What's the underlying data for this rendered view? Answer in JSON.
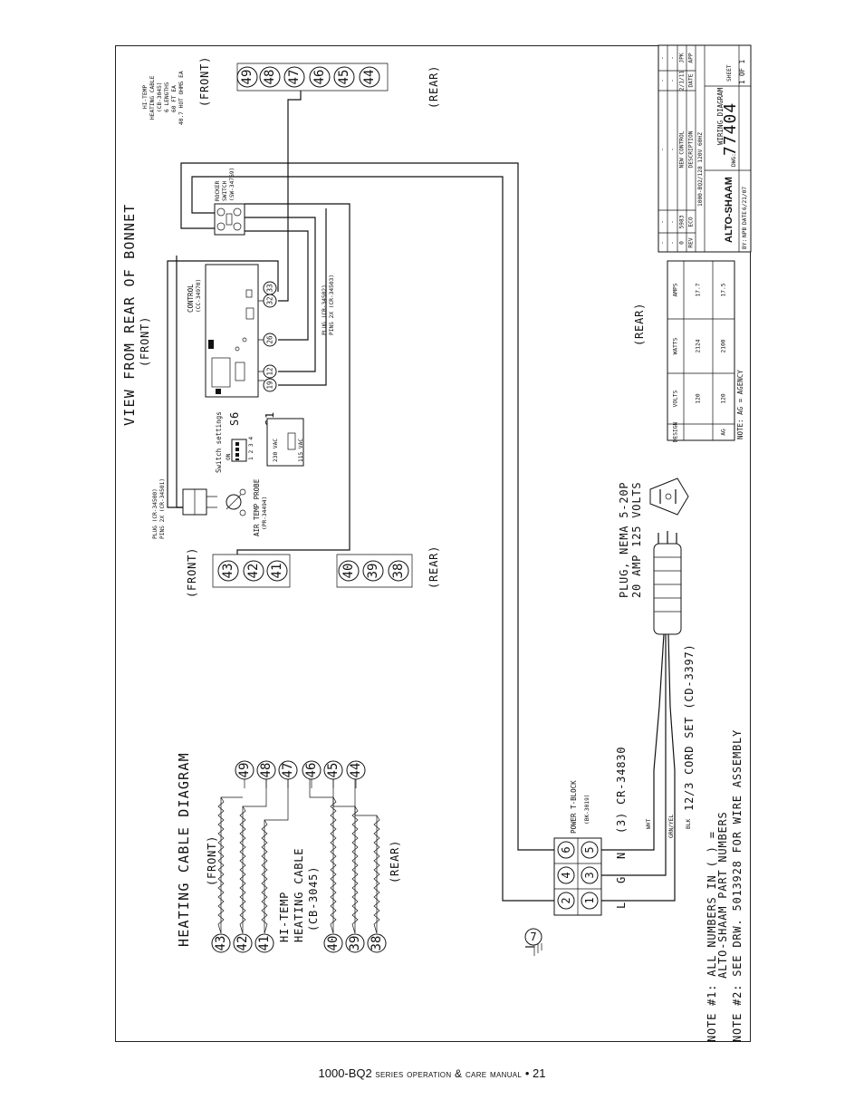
{
  "diagram": {
    "heating_title": "HEATING CABLE DIAGRAM",
    "front_label": "(FRONT)",
    "rear_label": "(REAR)",
    "cable_title_1": "HI-TEMP",
    "cable_title_2": "HEATING CABLE",
    "cable_title_3": "(CB-3045)",
    "cable_top_numbers": [
      "49",
      "48",
      "47",
      "46",
      "45",
      "44"
    ],
    "cable_bottom_numbers": [
      "43",
      "42",
      "41",
      "40",
      "39",
      "38"
    ],
    "power_block_label": "POWER T-BLOCK",
    "power_block_part": "(BK-3019)",
    "power_block_terminals": [
      "6",
      "5",
      "4",
      "3",
      "2",
      "1"
    ],
    "ground_terminal": "7",
    "lgn_letters": [
      "L",
      "G",
      "N"
    ],
    "cr_label": "(3) CR-34830",
    "wire_wht": "WHT",
    "wire_grnyel": "GRN/YEL",
    "wire_blk": "BLK",
    "cord_set": "12/3 CORD SET (CD-3397)",
    "plug_nema_1": "PLUG, NEMA 5-20P",
    "plug_nema_2": "20 AMP 125 VOLTS",
    "view_title": "VIEW FROM REAR OF BONNET",
    "right_front_numbers": [
      "43",
      "42",
      "41"
    ],
    "right_rear_numbers": [
      "40",
      "39",
      "38"
    ],
    "right_top_numbers": [
      "49",
      "48",
      "47",
      "46",
      "45",
      "44"
    ],
    "plug1_line1": "PLUG (CR-34500)",
    "plug1_line2": "PINS 2X (CR-34501)",
    "probe_line1": "AIR TEMP PROBE",
    "probe_line2": "(PR-34494)",
    "switch_settings": "Switch settings",
    "s6_label": "S6",
    "s1_label": "S1",
    "on_label": "ON",
    "dip_numbers": "1 2 3 4",
    "vac_230": "230 VAC",
    "vac_115": "115 VAC",
    "control_line1": "CONTROL",
    "control_line2": "(CC-34970)",
    "control_terminals": [
      "19",
      "12",
      "26",
      "32",
      "33"
    ],
    "plug2_line1": "PLUG (CR-34502)",
    "plug2_line2": "PINS 2X (CR-34503)",
    "rocker_line1": "ROCKER",
    "rocker_line2": "SWITCH",
    "rocker_line3": "(SW-34769)",
    "hitemp_right_1": "HI-TEMP",
    "hitemp_right_2": "HEATING CABLE",
    "hitemp_right_3": "(CB-3045)",
    "hitemp_right_4": "6 LENGTHS",
    "hitemp_right_5": "60 FT EA",
    "hitemp_right_6": "40.7 HOT OHMS EA",
    "note1_line1": "NOTE #1: ALL NUMBERS IN ( ) =",
    "note1_line2": "ALTO-SHAAM PART NUMBERS",
    "note2": "NOTE #2: SEE DRW. 5013928 FOR WIRE ASSEMBLY"
  },
  "design_table": {
    "headers": [
      "DESIGN",
      "VOLTS",
      "WATTS",
      "AMPS"
    ],
    "rows": [
      [
        "",
        "120",
        "2124",
        "17.7"
      ],
      [
        "AG",
        "120",
        "2100",
        "17.5"
      ]
    ],
    "note": "NOTE: AG = AGENCY"
  },
  "title_block": {
    "rev_rows": [
      [
        "-",
        "-",
        "-",
        "-",
        "-"
      ],
      [
        "-",
        "-",
        "-",
        "-",
        "-"
      ],
      [
        "0",
        "5983",
        "NEW CONTROL",
        "2/1/11",
        "JPK"
      ]
    ],
    "rev_headers": [
      "REV",
      "ECO",
      "DESCRIPTION",
      "DATE",
      "APP"
    ],
    "description": "1000-BQ2/128 120V 60HZ",
    "drawing_title": "WIRING DIAGRAM",
    "company": "ALTO-SHAAM",
    "dwg_label": "DWG:",
    "dwg_number": "77404",
    "sheet_label": "SHEET",
    "sheet_value": "1 OF 1",
    "by_label": "BY:",
    "by_value": "NPB",
    "date_label": "DATE",
    "date_value": "6/21/07"
  },
  "footer": {
    "model": "1000-BQ2",
    "text": "series operation & care manual",
    "separator": "•",
    "page": "21"
  }
}
